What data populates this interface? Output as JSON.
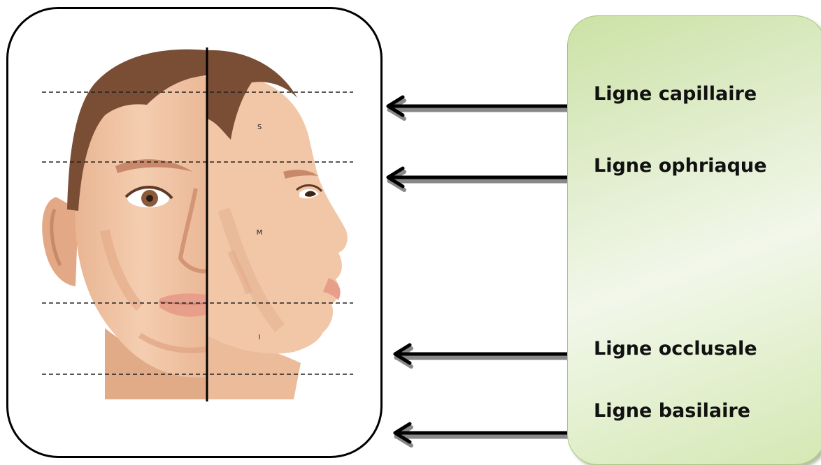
{
  "labels": {
    "hairline": "Ligne capillaire",
    "ophriac": "Ligne ophriaque",
    "occlusal": "Ligne occlusale",
    "basilar": "Ligne basilaire"
  },
  "face_thirds": {
    "superior": "S",
    "middle": "M",
    "inferior": "I"
  },
  "colors": {
    "skin": "#f0c4a4",
    "skin_shadow": "#d9a27f",
    "hair": "#7a4d35",
    "panel_green": "#cbe2a6",
    "arrow": "#000000"
  }
}
